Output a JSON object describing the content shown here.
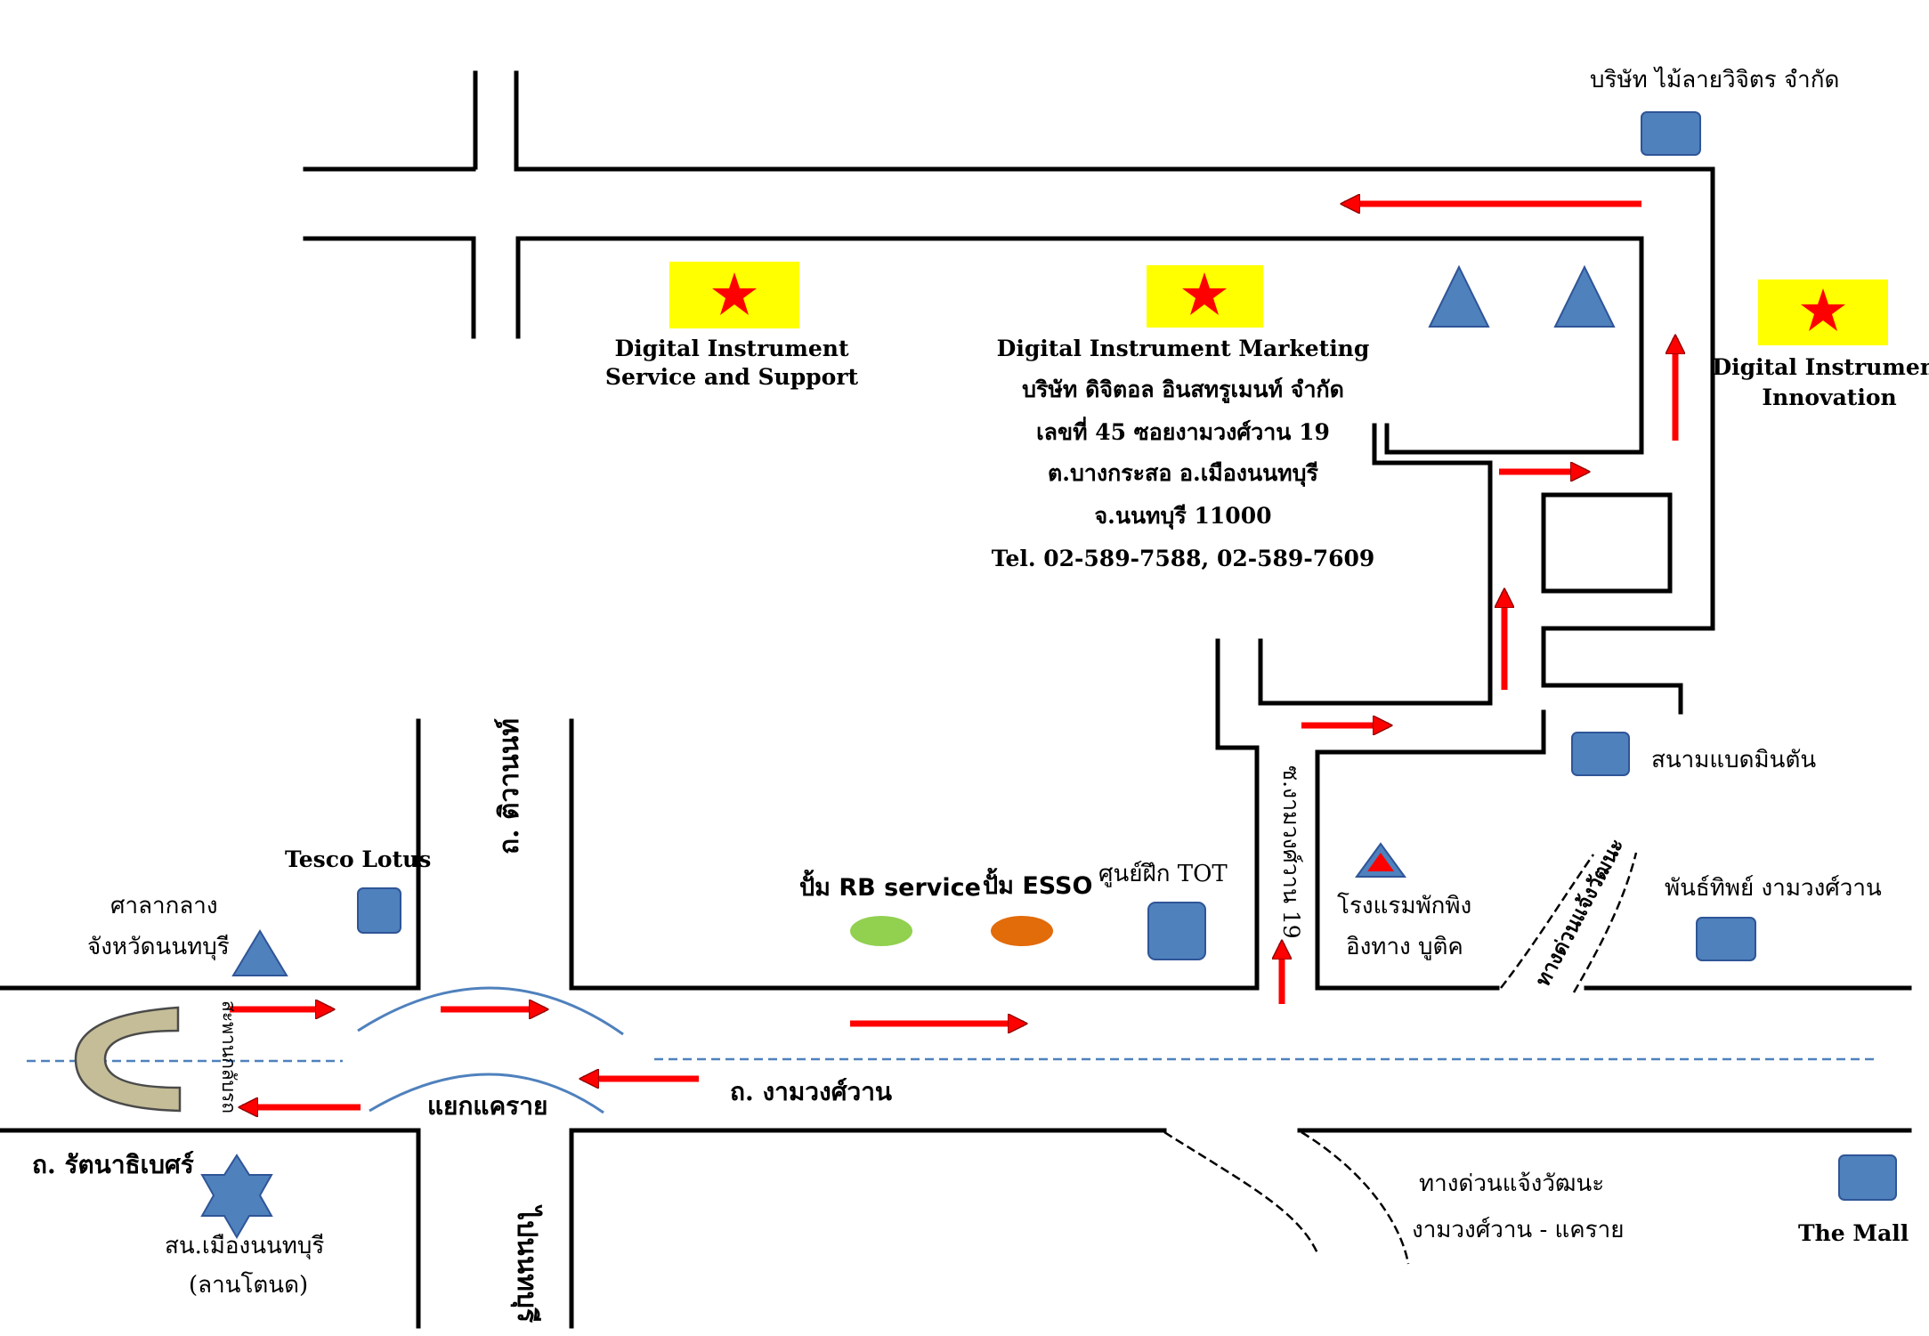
{
  "colors": {
    "road_line": "#000000",
    "arrow": "#ff0000",
    "star_box": "#ffff00",
    "star": "#ff0000",
    "landmark_square": "#4f81bd",
    "landmark_triangle": "#4f81bd",
    "pump_rb": "#92d050",
    "pump_esso": "#e26b0a",
    "u_turn": "#c4bd97",
    "center_line": "#4f81bd"
  },
  "offices": {
    "service": {
      "line1": "Digital Instrument",
      "line2": "Service and Support"
    },
    "marketing": {
      "line1": "Digital Instrument Marketing",
      "line2": "บริษัท ดิจิตอล อินสทรูเมนท์ จำกัด",
      "line3": "เลขที่ 45 ซอยงามวงศ์วาน 19",
      "line4": "ต.บางกระสอ อ.เมืองนนทบุรี",
      "line5": "จ.นนทบุรี  11000",
      "line6": "Tel. 02-589-7588, 02-589-7609"
    },
    "innovation": {
      "line1": "Digital Instrument",
      "line2": "Innovation"
    }
  },
  "landmarks": {
    "mai_lai": "บริษัท ไม้ลายวิจิตร จำกัด",
    "badminton": "สนามแบดมินตัน",
    "pantip": "พันธ์ทิพย์ งามวงศ์วาน",
    "hotel_line1": "โรงแรมพักพิง",
    "hotel_line2": "อิงทาง บูติค",
    "tot": "ศูนย์ฝึก TOT",
    "pump_rb": "ปั้ม RB service",
    "pump_esso": "ปั้ม ESSO",
    "tesco": "Tesco Lotus",
    "city_hall_line1": "ศาลากลาง",
    "city_hall_line2": "จังหวัดนนทบุรี",
    "police_line1": "สน.เมืองนนทบุรี",
    "police_line2": "(ลานโตนด)",
    "the_mall": "The Mall"
  },
  "roads": {
    "tiwanon": "ถ. ติวานนท์",
    "soi19": "ซ.งามวงศ์วาน 19",
    "expressway_vertical": "ทางด่วนแจ้งวัฒนะ",
    "ngamwongwan": "ถ. งามวงศ์วาน",
    "khae_rai": "แยกแคราย",
    "bridge": "สะพานกลับรถ",
    "rattanathibet": "ถ. รัตนาธิเบศร์",
    "to_nonthaburi": "ไปนนทบุรี",
    "expressway_line1": "ทางด่วนแจ้งวัฒนะ",
    "expressway_line2": "งามวงศ์วาน - แคราย"
  }
}
